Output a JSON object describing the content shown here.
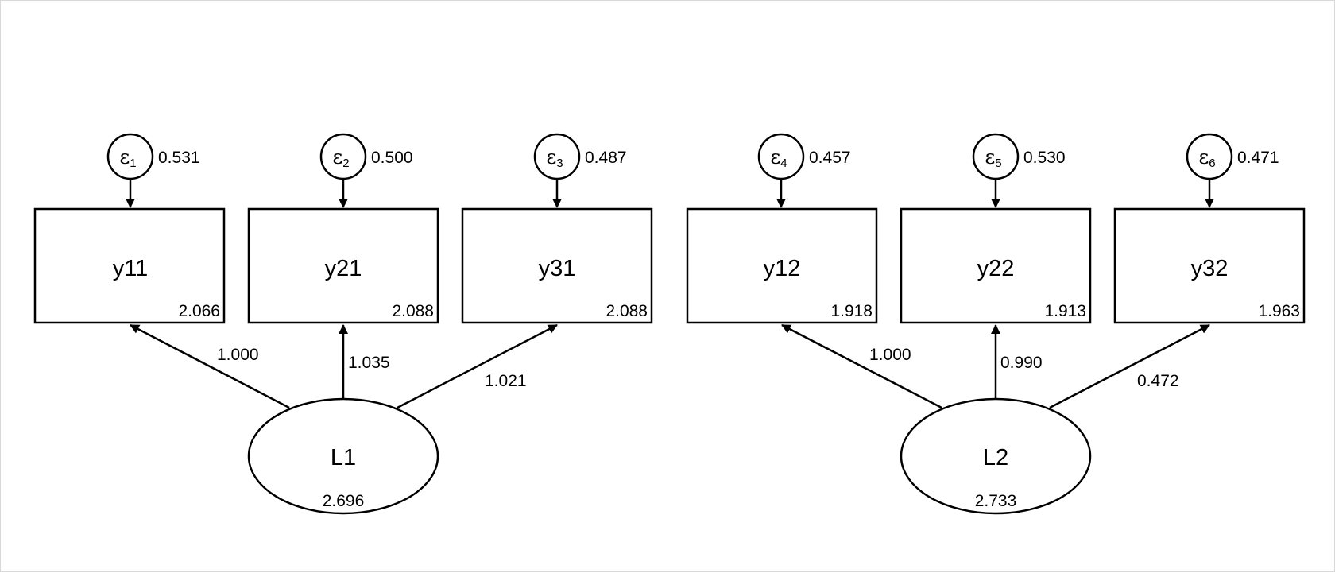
{
  "diagram": {
    "observed": [
      {
        "name": "y11",
        "intercept": "2.066"
      },
      {
        "name": "y21",
        "intercept": "2.088"
      },
      {
        "name": "y31",
        "intercept": "2.088"
      },
      {
        "name": "y12",
        "intercept": "1.918"
      },
      {
        "name": "y22",
        "intercept": "1.913"
      },
      {
        "name": "y32",
        "intercept": "1.963"
      }
    ],
    "errors": [
      {
        "symbol": "ε",
        "index": "1",
        "variance": "0.531"
      },
      {
        "symbol": "ε",
        "index": "2",
        "variance": "0.500"
      },
      {
        "symbol": "ε",
        "index": "3",
        "variance": "0.487"
      },
      {
        "symbol": "ε",
        "index": "4",
        "variance": "0.457"
      },
      {
        "symbol": "ε",
        "index": "5",
        "variance": "0.530"
      },
      {
        "symbol": "ε",
        "index": "6",
        "variance": "0.471"
      }
    ],
    "latents": [
      {
        "name": "L1",
        "variance": "2.696"
      },
      {
        "name": "L2",
        "variance": "2.733"
      }
    ],
    "loadings": [
      "1.000",
      "1.035",
      "1.021",
      "1.000",
      "0.990",
      "0.472"
    ]
  }
}
